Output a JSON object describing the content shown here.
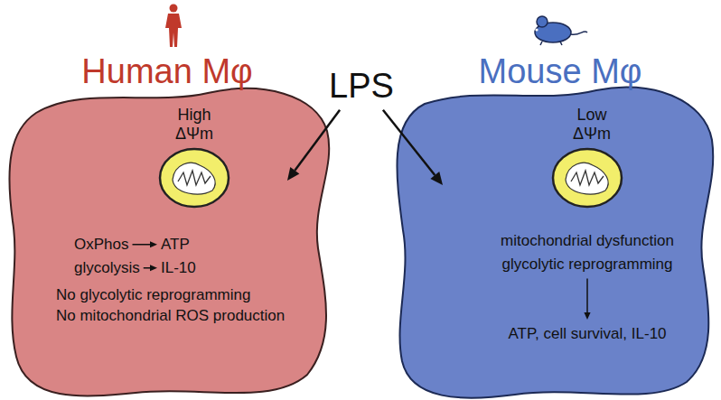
{
  "diagram": {
    "nodes": [
      {
        "text": [
          "Human Mφ",
          "High ΔΨm",
          "OxPhos",
          "ATP",
          "glycolysis",
          "IL-10",
          "No glycolytic reprogramming",
          "No mitochondrial ROS production"
        ]
      },
      {
        "text": [
          "Mouse Mφ",
          "Low ΔΨm",
          "mitochondrial dysfunction",
          "glycolytic reprogramming",
          "ATP, cell survival, IL-10"
        ]
      }
    ],
    "labels": [
      "LPS"
    ]
  }
}
